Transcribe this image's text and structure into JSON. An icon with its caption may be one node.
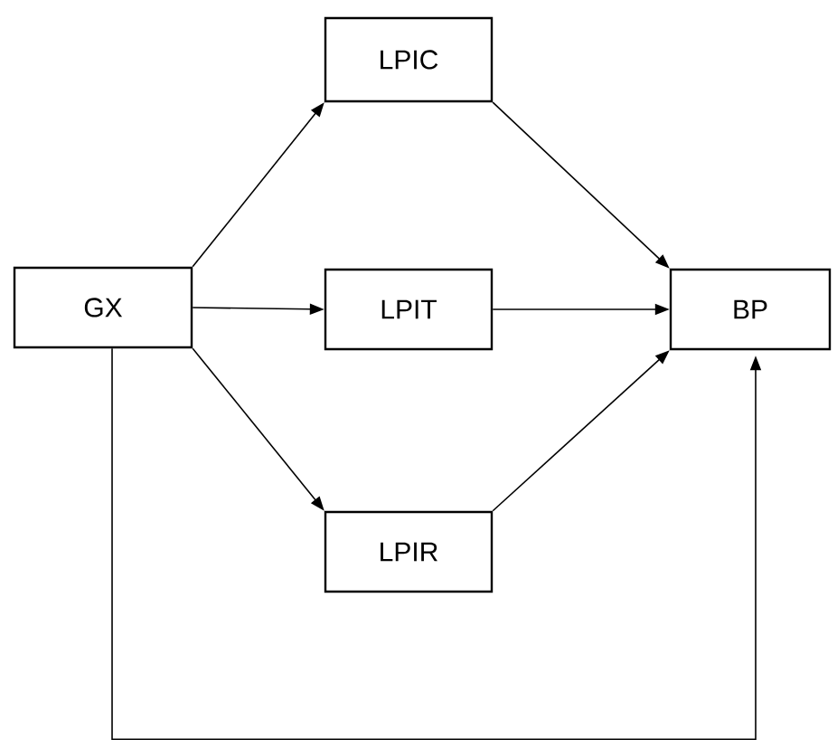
{
  "diagram": {
    "nodes": [
      {
        "text": [
          "GX"
        ]
      },
      {
        "text": [
          "LPIC"
        ]
      },
      {
        "text": [
          "LPIT"
        ]
      },
      {
        "text": [
          "LPIR"
        ]
      },
      {
        "text": [
          "BP"
        ]
      }
    ],
    "edges": [
      {
        "from": 0,
        "to": 1,
        "arrow": "to"
      },
      {
        "from": 0,
        "to": 2,
        "arrow": "to"
      },
      {
        "from": 0,
        "to": 3,
        "arrow": "to"
      },
      {
        "from": 1,
        "to": 4,
        "arrow": "to"
      },
      {
        "from": 2,
        "to": 4,
        "arrow": "to"
      },
      {
        "from": 3,
        "to": 4,
        "arrow": "to"
      },
      {
        "from": 0,
        "to": 4,
        "arrow": "to"
      }
    ]
  }
}
